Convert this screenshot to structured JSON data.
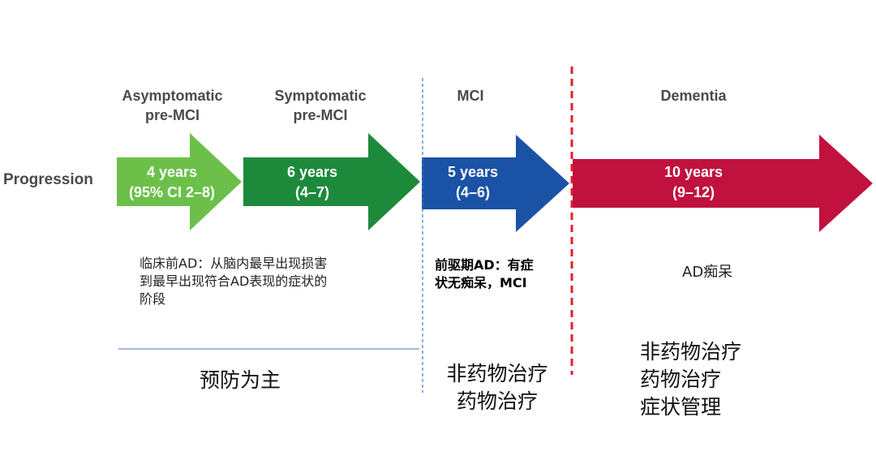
{
  "stages": {
    "asymptomatic": {
      "line1": "Asymptomatic",
      "line2": "pre-MCI",
      "duration": "4 years",
      "range": "(95% CI 2–8)",
      "color": "#6cc04a"
    },
    "symptomatic": {
      "line1": "Symptomatic",
      "line2": "pre-MCI",
      "duration": "6 years",
      "range": "(4–7)",
      "color": "#1d8a3b"
    },
    "mci": {
      "line1": "MCI",
      "duration": "5 years",
      "range": "(4–6)",
      "color": "#1a52a6"
    },
    "dementia": {
      "line1": "Dementia",
      "duration": "10 years",
      "range": "(9–12)",
      "color": "#c0113f"
    }
  },
  "progression_label": "Progression",
  "descriptions": {
    "preclinical": [
      "临床前AD：从脑内最早出现损害",
      "到最早出现符合AD表现的症状的",
      "阶段"
    ],
    "prodromal": [
      "前驱期AD：有症",
      "状无痴呆，MCI"
    ],
    "dementia": "AD痴呆"
  },
  "treatments": {
    "preclinical": "预防为主",
    "mci": [
      "非药物治疗",
      "药物治疗"
    ],
    "dementia": [
      "非药物治疗",
      "药物治疗",
      "症状管理"
    ]
  },
  "colors": {
    "blue_divider": "#3a7bc8",
    "red_divider": "#e0202a",
    "rule": "#4a6fb0"
  }
}
